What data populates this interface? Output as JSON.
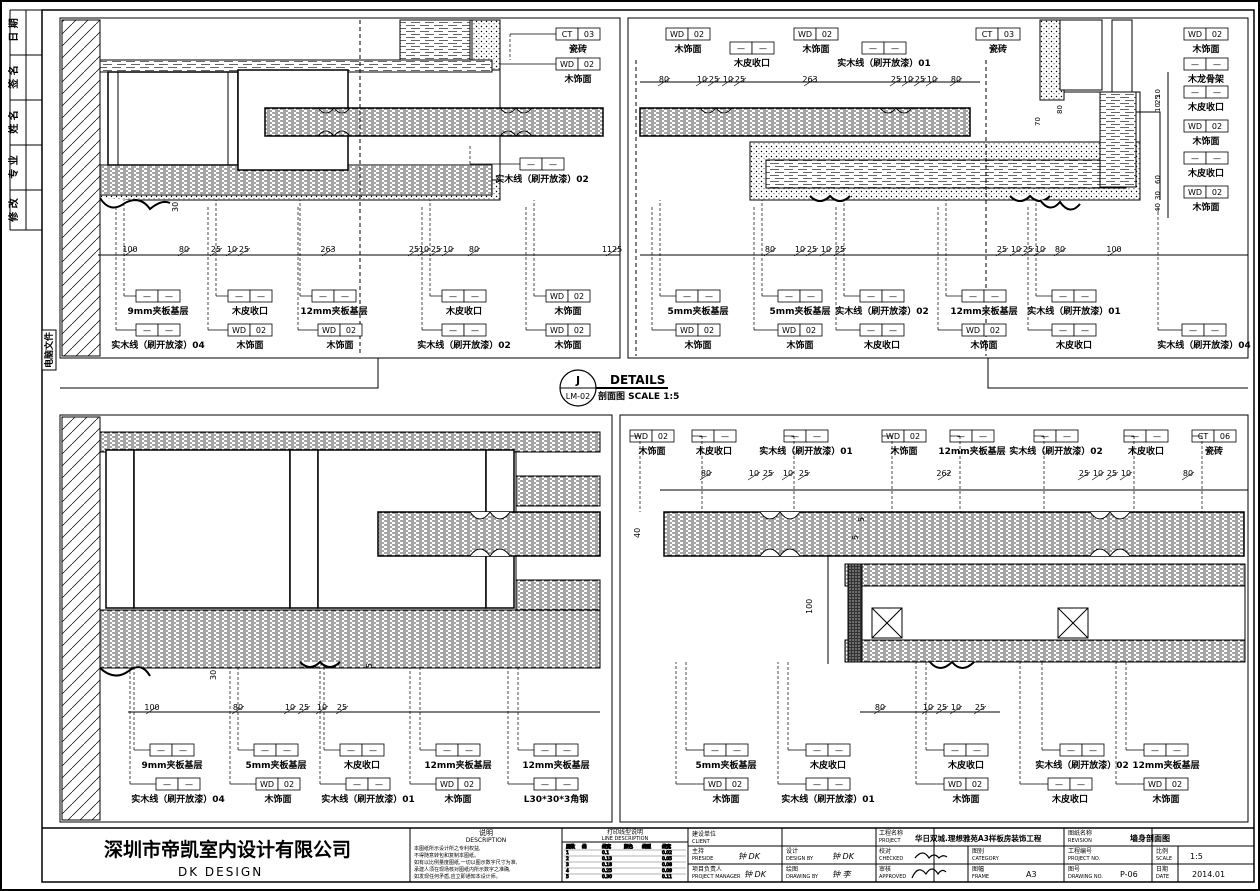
{
  "left_strip": {
    "rows": [
      "日 期",
      "签 名",
      "姓 名",
      "专 业",
      "修 改"
    ],
    "file_label": "电脑文件"
  },
  "tag_dash": "—",
  "details_title": {
    "symbol_top": "J",
    "symbol_bottom": "LM-02",
    "heading": "DETAILS",
    "subheading": "剖面图  SCALE  1:5"
  },
  "panels": {
    "top_left": {
      "dims_bottom": [
        "100",
        "80",
        "25",
        "10",
        "25",
        "263",
        "25",
        "10",
        "25",
        "10",
        "80",
        "1125"
      ],
      "dim_side": "30",
      "tags": [
        {
          "code": "CT",
          "num": "03",
          "label": "瓷砖"
        },
        {
          "code": "WD",
          "num": "02",
          "label": "木饰面"
        },
        {
          "code": "",
          "num": "",
          "label": "实木线（刷开放漆）02"
        },
        {
          "code": "",
          "num": "",
          "label": "9mm夹板基层"
        },
        {
          "code": "",
          "num": "",
          "label": "木皮收口"
        },
        {
          "code": "",
          "num": "",
          "label": "12mm夹板基层"
        },
        {
          "code": "",
          "num": "",
          "label": "木皮收口"
        },
        {
          "code": "WD",
          "num": "02",
          "label": "木饰面"
        },
        {
          "code": "",
          "num": "",
          "label": "实木线（刷开放漆）04"
        },
        {
          "code": "WD",
          "num": "02",
          "label": "木饰面"
        },
        {
          "code": "WD",
          "num": "02",
          "label": "木饰面"
        },
        {
          "code": "",
          "num": "",
          "label": "实木线（刷开放漆）02"
        },
        {
          "code": "WD",
          "num": "02",
          "label": "木饰面"
        }
      ]
    },
    "top_right": {
      "dims_top": [
        "80",
        "10",
        "25",
        "10",
        "25",
        "263",
        "25",
        "10",
        "25",
        "10",
        "80"
      ],
      "dims_bottom": [
        "80",
        "10",
        "25",
        "10",
        "25",
        "25",
        "10",
        "25",
        "10",
        "80",
        "100"
      ],
      "dims_side": [
        "80",
        "70",
        "10",
        "25",
        "10",
        "60",
        "30",
        "40"
      ],
      "tags_top": [
        {
          "code": "WD",
          "num": "02",
          "label": "木饰面"
        },
        {
          "code": "",
          "num": "",
          "label": "木皮收口"
        },
        {
          "code": "WD",
          "num": "02",
          "label": "木饰面"
        },
        {
          "code": "",
          "num": "",
          "label": "实木线（刷开放漆）01"
        },
        {
          "code": "CT",
          "num": "03",
          "label": "瓷砖"
        }
      ],
      "tags_side": [
        {
          "code": "WD",
          "num": "02",
          "label": "木饰面"
        },
        {
          "code": "",
          "num": "",
          "label": "木龙骨架"
        },
        {
          "code": "",
          "num": "",
          "label": "木皮收口"
        },
        {
          "code": "WD",
          "num": "02",
          "label": "木饰面"
        },
        {
          "code": "",
          "num": "",
          "label": "木皮收口"
        },
        {
          "code": "WD",
          "num": "02",
          "label": "木饰面"
        }
      ],
      "tags_bottom": [
        {
          "code": "",
          "num": "",
          "label": "5mm夹板基层"
        },
        {
          "code": "",
          "num": "",
          "label": "5mm夹板基层"
        },
        {
          "code": "",
          "num": "",
          "label": "实木线（刷开放漆）02"
        },
        {
          "code": "",
          "num": "",
          "label": "12mm夹板基层"
        },
        {
          "code": "",
          "num": "",
          "label": "实木线（刷开放漆）01"
        },
        {
          "code": "WD",
          "num": "02",
          "label": "木饰面"
        },
        {
          "code": "WD",
          "num": "02",
          "label": "木饰面"
        },
        {
          "code": "",
          "num": "",
          "label": "木皮收口"
        },
        {
          "code": "WD",
          "num": "02",
          "label": "木饰面"
        },
        {
          "code": "",
          "num": "",
          "label": "木皮收口"
        },
        {
          "code": "",
          "num": "",
          "label": "实木线（刷开放漆）04"
        }
      ]
    },
    "bottom_left": {
      "dims_bottom": [
        "100",
        "80",
        "10",
        "25",
        "10",
        "25"
      ],
      "dims_side": [
        "30",
        "5"
      ],
      "tags": [
        {
          "code": "",
          "num": "",
          "label": "9mm夹板基层"
        },
        {
          "code": "",
          "num": "",
          "label": "5mm夹板基层"
        },
        {
          "code": "",
          "num": "",
          "label": "木皮收口"
        },
        {
          "code": "",
          "num": "",
          "label": "12mm夹板基层"
        },
        {
          "code": "",
          "num": "",
          "label": "12mm夹板基层"
        },
        {
          "code": "",
          "num": "",
          "label": "实木线（刷开放漆）04"
        },
        {
          "code": "WD",
          "num": "02",
          "label": "木饰面"
        },
        {
          "code": "",
          "num": "",
          "label": "实木线（刷开放漆）01"
        },
        {
          "code": "WD",
          "num": "02",
          "label": "木饰面"
        },
        {
          "code": "",
          "num": "",
          "label": "L30*30*3角钢"
        }
      ]
    },
    "bottom_right": {
      "dims_top": [
        "80",
        "10",
        "25",
        "10",
        "25",
        "262",
        "25",
        "10",
        "25",
        "10",
        "80"
      ],
      "dims_bottom": [
        "80",
        "10",
        "25",
        "10",
        "25"
      ],
      "dims_side": [
        "40",
        "100",
        "5",
        "5"
      ],
      "tags_top": [
        {
          "code": "WD",
          "num": "02",
          "label": "木饰面"
        },
        {
          "code": "",
          "num": "",
          "label": "木皮收口"
        },
        {
          "code": "",
          "num": "",
          "label": "实木线（刷开放漆）01"
        },
        {
          "code": "WD",
          "num": "02",
          "label": "木饰面"
        },
        {
          "code": "",
          "num": "",
          "label": "12mm夹板基层"
        },
        {
          "code": "",
          "num": "",
          "label": "实木线（刷开放漆）02"
        },
        {
          "code": "",
          "num": "",
          "label": "木皮收口"
        },
        {
          "code": "CT",
          "num": "06",
          "label": "瓷砖"
        }
      ],
      "tags_bottom": [
        {
          "code": "",
          "num": "",
          "label": "5mm夹板基层"
        },
        {
          "code": "",
          "num": "",
          "label": "木皮收口"
        },
        {
          "code": "",
          "num": "",
          "label": "木皮收口"
        },
        {
          "code": "",
          "num": "",
          "label": "实木线（刷开放漆）02"
        },
        {
          "code": "",
          "num": "",
          "label": "12mm夹板基层"
        },
        {
          "code": "WD",
          "num": "02",
          "label": "木饰面"
        },
        {
          "code": "",
          "num": "",
          "label": "实木线（刷开放漆）01"
        },
        {
          "code": "WD",
          "num": "02",
          "label": "木饰面"
        },
        {
          "code": "",
          "num": "",
          "label": "木皮收口"
        },
        {
          "code": "WD",
          "num": "02",
          "label": "木饰面"
        }
      ]
    }
  },
  "title_block": {
    "company_cn": "深圳市帝凯室内设计有限公司",
    "company_en": "DK    DESIGN",
    "notes_title": "说明",
    "notes_title_en": "DESCRIPTION",
    "notes_lines": [
      "本图纸所示设计所之专利权益,",
      "不得随意转包和复制本图纸。",
      "如有以比例量度图纸,一切以图示数字尺寸为准,",
      "承建人须在现场核对图纸内所示数字之准确,",
      "如发现任何矛盾,应立即通知本设计师。"
    ],
    "line_title": "打印线型说明",
    "line_title_en": "LINE DESCRIPTION",
    "line_headers": [
      "层数",
      "线",
      "线宽",
      "颜色",
      "线型",
      "线宽"
    ],
    "line_rows": [
      [
        "1",
        "",
        "0.1",
        "",
        "",
        "0.02"
      ],
      [
        "2",
        "",
        "0.13",
        "",
        "",
        "0.05"
      ],
      [
        "3",
        "",
        "0.18",
        "",
        "",
        "0.08"
      ],
      [
        "4",
        "",
        "0.25",
        "",
        "",
        "0.09"
      ],
      [
        "5",
        "",
        "0.30",
        "",
        "",
        "0.11"
      ]
    ],
    "roles": [
      {
        "cn": "建设单位",
        "en": "CLIENT",
        "sig": ""
      },
      {
        "cn": "主持",
        "en": "PRESIDE",
        "sig": "钟 DK"
      },
      {
        "cn": "设计",
        "en": "DESIGN BY",
        "sig": "钟 DK"
      },
      {
        "cn": "项目负责人",
        "en": "PROJECT MANAGER",
        "sig": "钟 DK"
      },
      {
        "cn": "绘图",
        "en": "DRAWING BY",
        "sig": "钟 李"
      }
    ],
    "checks": [
      {
        "cn": "工程名称",
        "en": "PROJECT",
        "value": "华日双城.理想雅苑A3样板房装饰工程"
      },
      {
        "cn": "校对",
        "en": "CHECKED",
        "value": ""
      },
      {
        "cn": "审核",
        "en": "APPROVED",
        "value": ""
      }
    ],
    "category_cn": "图别",
    "category_en": "CATEGORY",
    "frame_cn": "图幅",
    "frame_en": "FRAME",
    "frame_value": "A3",
    "revision_cn": "图纸名称",
    "revision_en": "REVISION",
    "drawing_name": "墙身剖面图",
    "project_no_cn": "工程编号",
    "project_no_en": "PROJECT NO.",
    "drawing_no_cn": "图号",
    "drawing_no_en": "DRAWING NO.",
    "drawing_no_value": "P-06",
    "scale_cn": "比例",
    "scale_en": "SCALE",
    "scale_value": "1:5",
    "date_cn": "日期",
    "date_en": "DATE",
    "date_value": "2014.01"
  }
}
